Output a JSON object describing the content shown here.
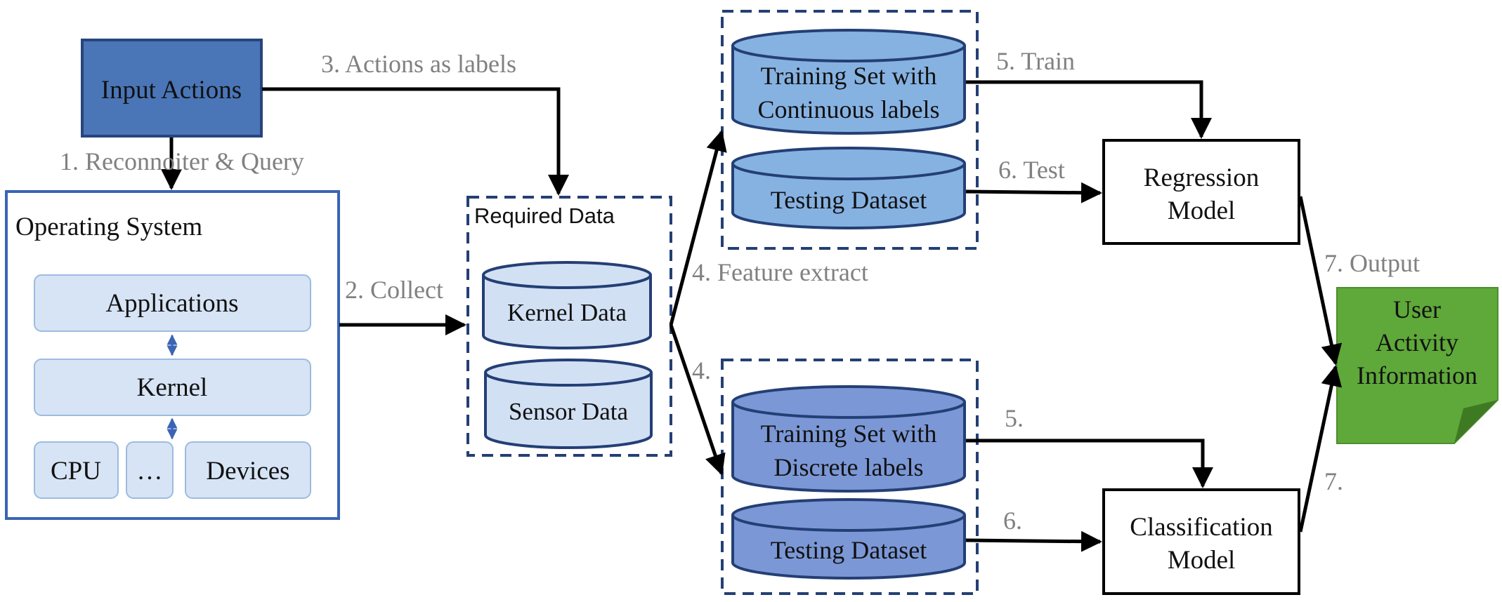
{
  "input_actions": {
    "label": "Input Actions"
  },
  "operating_system": {
    "title": "Operating System",
    "applications": "Applications",
    "kernel": "Kernel",
    "cpu": "CPU",
    "ellipsis": "…",
    "devices": "Devices"
  },
  "required_data": {
    "title": "Required Data",
    "kernel_data": "Kernel Data",
    "sensor_data": "Sensor Data"
  },
  "continuous_group": {
    "training_line1": "Training Set with",
    "training_line2": "Continuous labels",
    "testing": "Testing Dataset"
  },
  "discrete_group": {
    "training_line1": "Training Set with",
    "training_line2": "Discrete labels",
    "testing": "Testing Dataset"
  },
  "regression_model": {
    "line1": "Regression",
    "line2": "Model"
  },
  "classification_model": {
    "line1": "Classification",
    "line2": "Model"
  },
  "output_note": {
    "line1": "User",
    "line2": "Activity",
    "line3": "Information"
  },
  "edge_labels": {
    "step1": "1. Reconnoiter & Query",
    "step2": "2. Collect",
    "step3": "3. Actions as labels",
    "step4_top": "4. Feature extract",
    "step4_bottom": "4.",
    "step5_top": "5. Train",
    "step5_bottom": "5.",
    "step6_top": "6. Test",
    "step6_bottom": "6.",
    "step7_top": "7. Output",
    "step7_bottom": "7."
  },
  "colors": {
    "input_fill": "#4A76B8",
    "os_border": "#3A64B4",
    "os_inner_fill": "#D6E4F5",
    "os_inner_border": "#9DBBE0",
    "required_cyl_fill": "#D2E0F4",
    "continuous_cyl_fill": "#86B2E2",
    "discrete_cyl_fill": "#7B97D6",
    "dashed_border": "#243F75",
    "note_fill": "#5FA83A",
    "note_fold": "#3E7A22",
    "edge_label": "#808080"
  }
}
